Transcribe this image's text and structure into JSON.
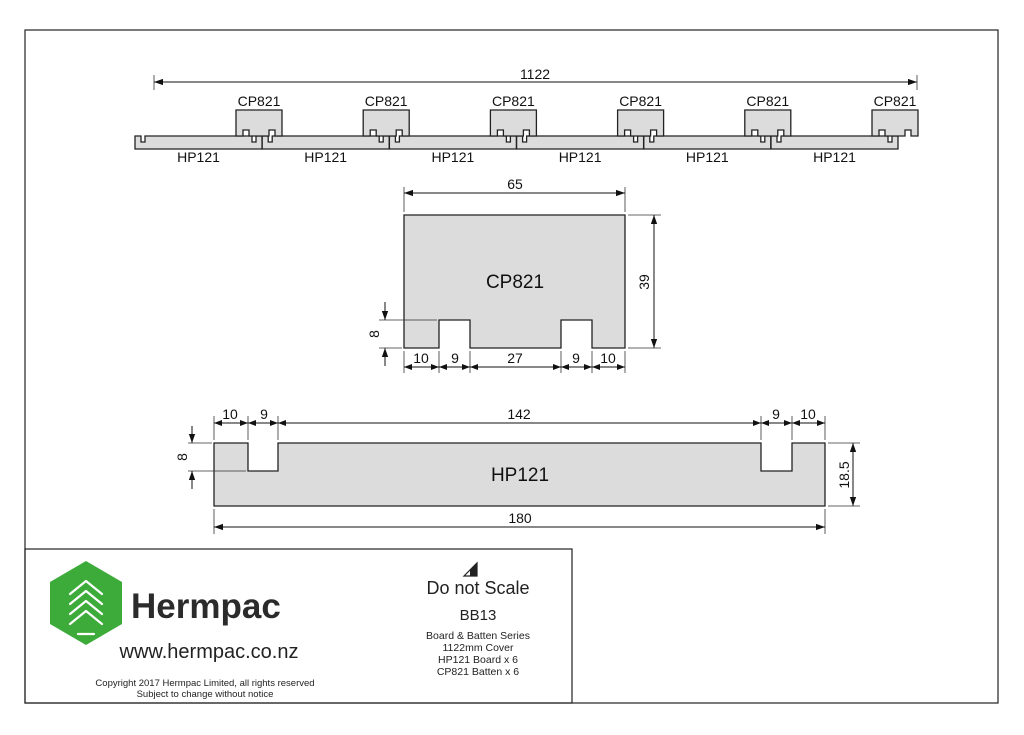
{
  "assembly": {
    "overall_width": "1122",
    "batten_label": "CP821",
    "board_label": "HP121",
    "batten_count": 6,
    "board_count": 6
  },
  "batten_detail": {
    "name": "CP821",
    "width": "65",
    "height": "39",
    "groove_depth": "8",
    "segments": [
      "10",
      "9",
      "27",
      "9",
      "10"
    ]
  },
  "board_detail": {
    "name": "HP121",
    "width": "180",
    "height": "18.5",
    "groove_depth": "8",
    "top_segments": [
      "10",
      "9",
      "142",
      "9",
      "10"
    ]
  },
  "title_block": {
    "brand": "Hermpac",
    "website": "www.hermpac.co.nz",
    "copyright": "Copyright 2017 Hermpac Limited, all rights reserved",
    "notice": "Subject to change without notice",
    "scale_note": "Do not Scale",
    "code": "BB13",
    "desc": [
      "Board & Batten Series",
      "1122mm Cover",
      "HP121 Board x 6",
      "CP821 Batten x 6"
    ]
  },
  "colors": {
    "logo_green": "#3dab3a",
    "part_fill": "#dcdcdc",
    "line": "#222222"
  },
  "icons": {
    "logo": "hermpac-hexagon-logo",
    "scale": "triangle-scale-icon"
  }
}
